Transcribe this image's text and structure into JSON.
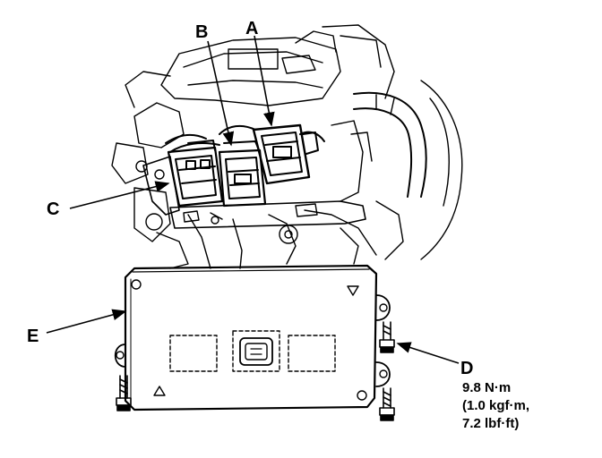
{
  "labels": {
    "a": "A",
    "b": "B",
    "c": "C",
    "d": "D",
    "e": "E"
  },
  "torque_spec": {
    "line1": "9.8 N·m",
    "line2": "(1.0 kgf·m,",
    "line3": "7.2 lbf·ft)"
  }
}
